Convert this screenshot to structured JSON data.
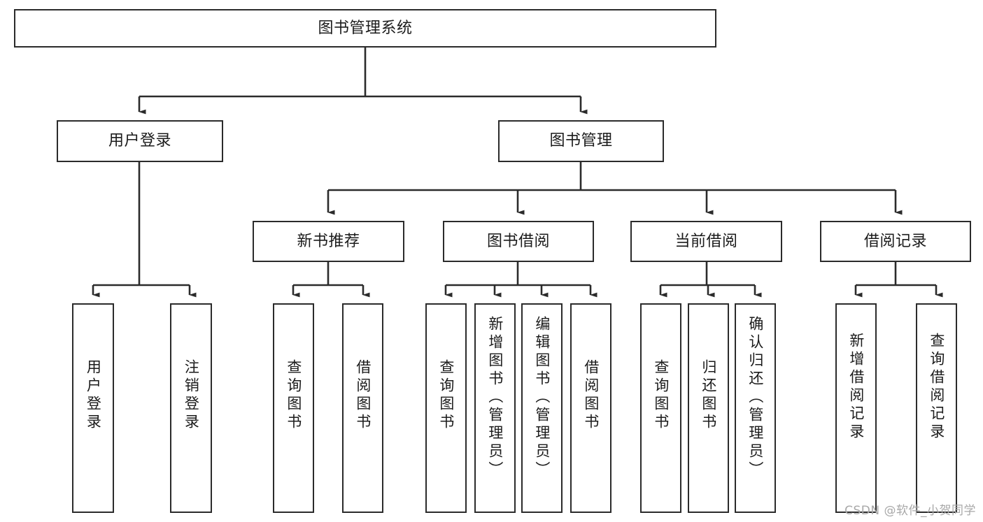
{
  "diagram": {
    "type": "tree-flowchart",
    "title": "图书管理系统",
    "background_color": "#ffffff",
    "line_color": "#2b2b2b",
    "box_border_color": "#2b2b2b",
    "box_fill_color": "#ffffff",
    "text_color": "#1b1b1b"
  },
  "nodes": {
    "root": {
      "label": "图书管理系统",
      "level": 1
    },
    "level2": [
      {
        "id": "user-login",
        "label": "用户登录"
      },
      {
        "id": "book-management",
        "label": "图书管理"
      }
    ],
    "level3": [
      {
        "id": "new-book-recommend",
        "label": "新书推荐"
      },
      {
        "id": "book-borrow",
        "label": "图书借阅"
      },
      {
        "id": "current-borrow",
        "label": "当前借阅"
      },
      {
        "id": "borrow-record",
        "label": "借阅记录"
      }
    ],
    "leaves": {
      "user-login": [
        {
          "id": "leaf-user-login",
          "label": "用户登录"
        },
        {
          "id": "leaf-logout",
          "label": "注销登录"
        }
      ],
      "new-book-recommend": [
        {
          "id": "leaf-query-book-1",
          "label": "查询图书"
        },
        {
          "id": "leaf-borrow-book-1",
          "label": "借阅图书"
        }
      ],
      "book-borrow": [
        {
          "id": "leaf-query-book-2",
          "label": "查询图书"
        },
        {
          "id": "leaf-add-book",
          "label": "新增图书（管理员）"
        },
        {
          "id": "leaf-edit-book",
          "label": "编辑图书（管理员）"
        },
        {
          "id": "leaf-borrow-book-2",
          "label": "借阅图书"
        }
      ],
      "current-borrow": [
        {
          "id": "leaf-query-book-3",
          "label": "查询图书"
        },
        {
          "id": "leaf-return-book",
          "label": "归还图书"
        },
        {
          "id": "leaf-confirm-return",
          "label": "确认归还（管理员）"
        }
      ],
      "borrow-record": [
        {
          "id": "leaf-add-record",
          "label": "新增借阅记录"
        },
        {
          "id": "leaf-query-record",
          "label": "查询借阅记录"
        }
      ]
    }
  },
  "watermark": {
    "text": "CSDN @软件_小贺同学"
  }
}
